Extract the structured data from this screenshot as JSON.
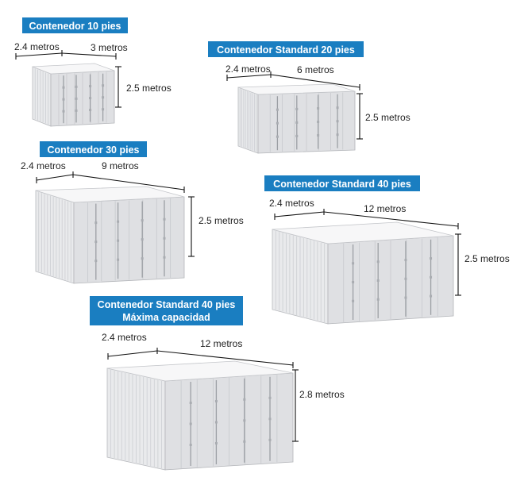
{
  "containers": [
    {
      "id": "c10",
      "title_lines": [
        "Contenedor 10 pies"
      ],
      "width_label": "2.4 metros",
      "length_label": "3 metros",
      "height_label": "2.5 metros"
    },
    {
      "id": "c20",
      "title_lines": [
        "Contenedor Standard 20 pies"
      ],
      "width_label": "2.4 metros",
      "length_label": "6 metros",
      "height_label": "2.5 metros"
    },
    {
      "id": "c30",
      "title_lines": [
        "Contenedor 30 pies"
      ],
      "width_label": "2.4 metros",
      "length_label": "9 metros",
      "height_label": "2.5 metros"
    },
    {
      "id": "c40",
      "title_lines": [
        "Contenedor Standard 40 pies"
      ],
      "width_label": "2.4 metros",
      "length_label": "12 metros",
      "height_label": "2.5 metros"
    },
    {
      "id": "c40hc",
      "title_lines": [
        "Contenedor Standard 40 pies",
        "Máxima capacidad"
      ],
      "width_label": "2.4 metros",
      "length_label": "12 metros",
      "height_label": "2.8 metros"
    }
  ],
  "colors": {
    "title_background": "#1a7ec1",
    "title_text": "#ffffff",
    "container": "#e9eaec",
    "dimension_line": "#111111"
  }
}
